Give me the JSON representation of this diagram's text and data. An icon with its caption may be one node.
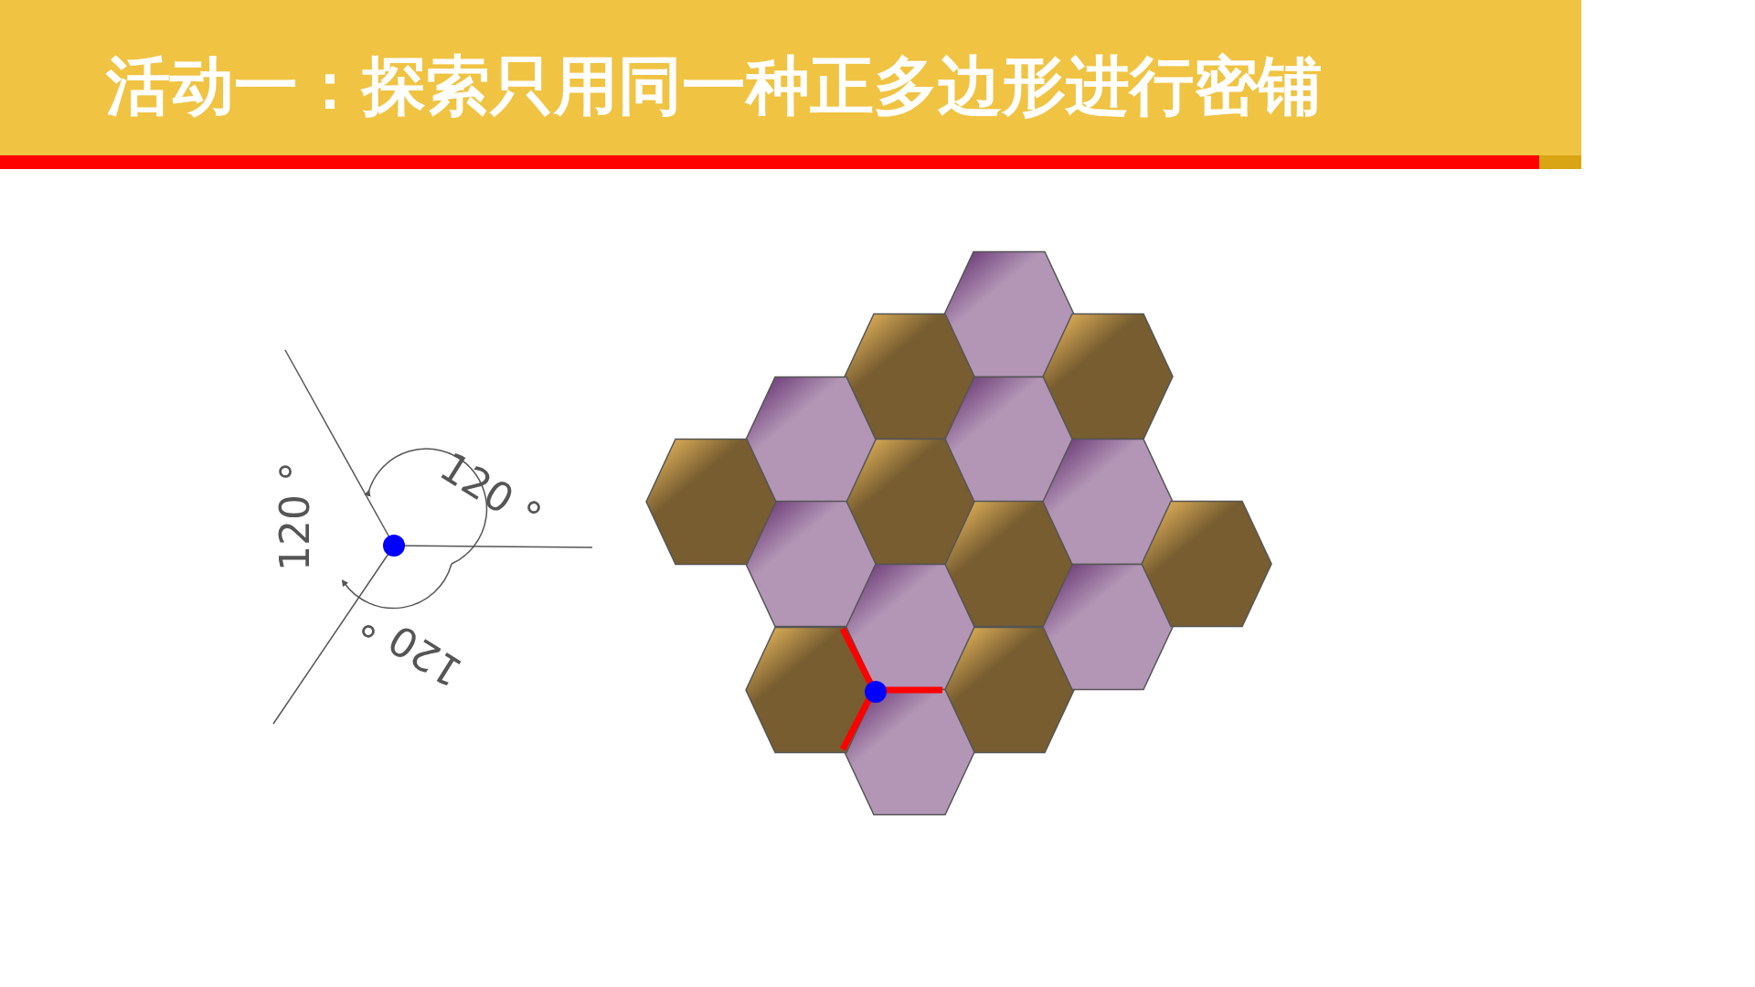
{
  "diagram": {
    "title": "活动一：探索只用同一种正多边形进行密铺",
    "labels": [
      "120 °",
      "120 °",
      "120 °"
    ]
  }
}
